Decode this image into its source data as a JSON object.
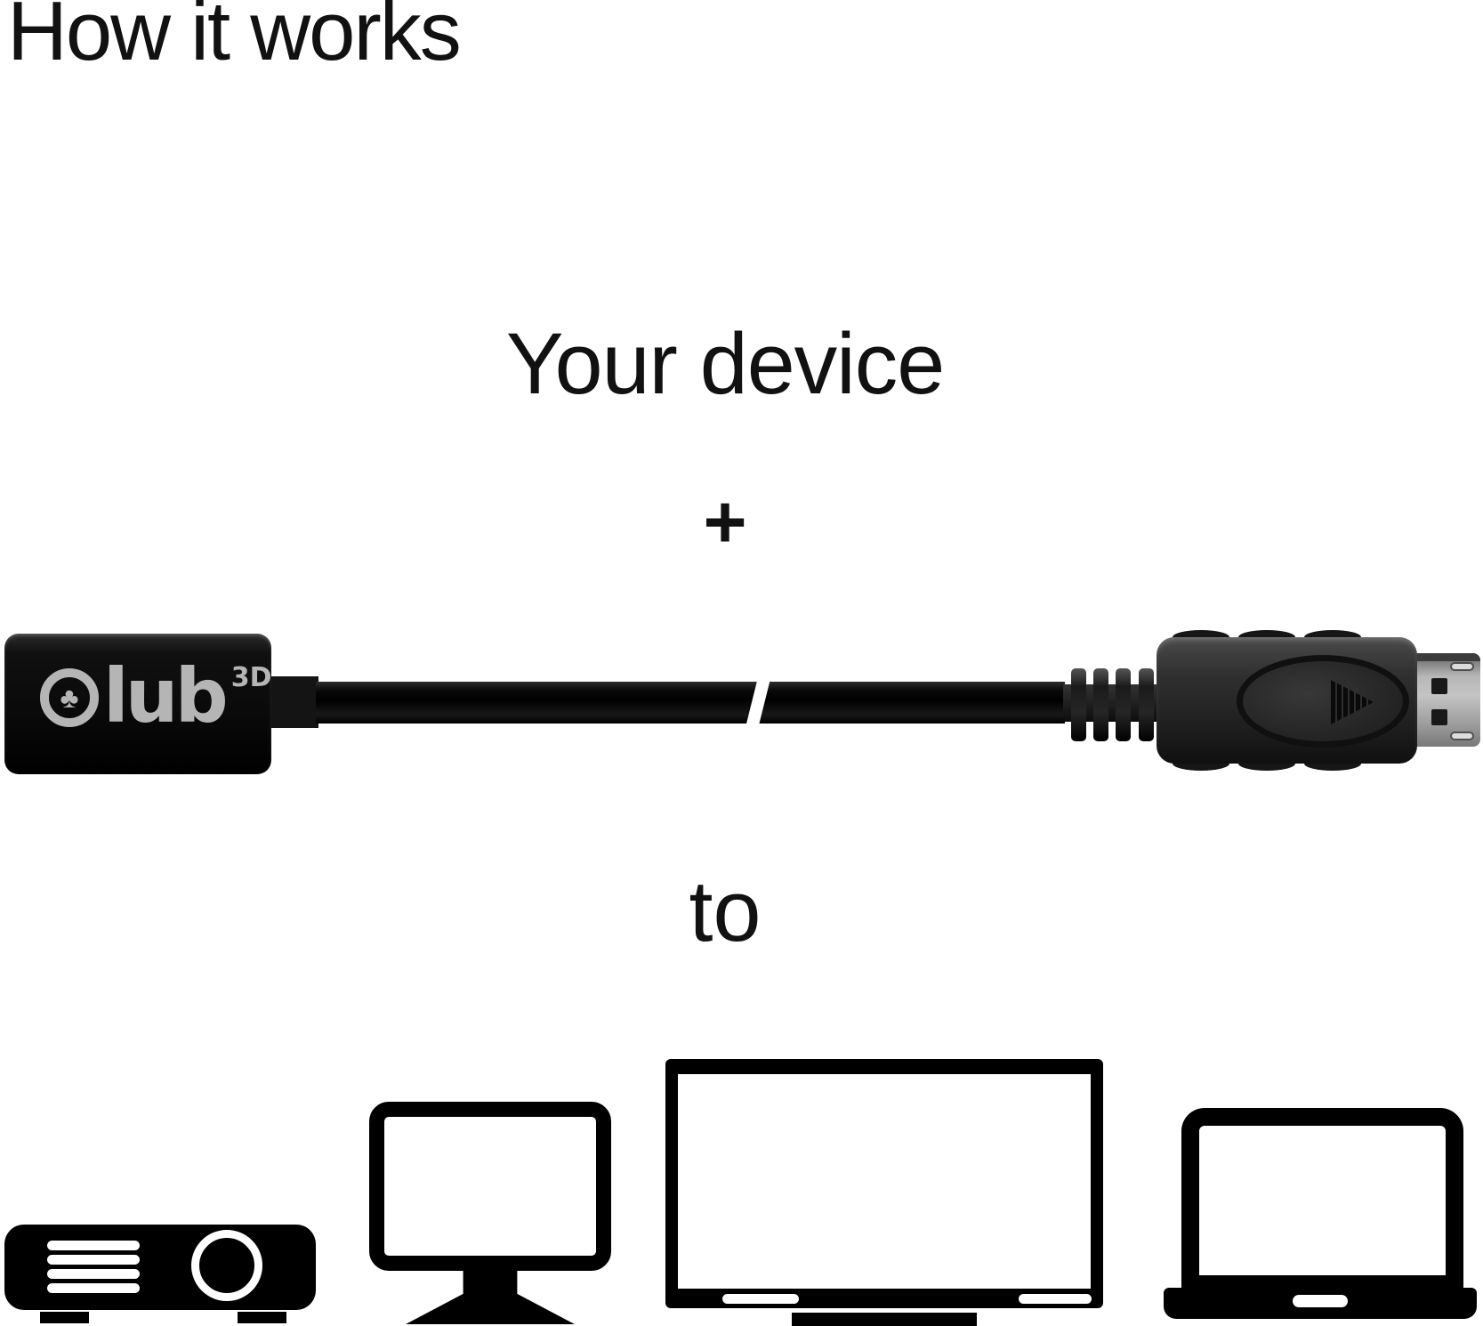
{
  "header": {
    "title": "How it works"
  },
  "flow": {
    "device_label": "Your device",
    "plus_sign": "+",
    "to_label": "to"
  },
  "adapter": {
    "logo": {
      "club_symbol": "♣",
      "letters": "lub",
      "superscript": "3D"
    }
  },
  "icons": {
    "brand_mark": "club-suit-icon",
    "connector_arrow": "play-triangle-icon",
    "target_devices": [
      "projector-icon",
      "monitor-icon",
      "tv-icon",
      "laptop-icon"
    ]
  },
  "colors": {
    "text": "#111111",
    "device_silhouette": "#000000",
    "adapter_black": "#0c0c0c",
    "logo_gray": "#b5b5b5",
    "plug_metal": "#ababab"
  }
}
